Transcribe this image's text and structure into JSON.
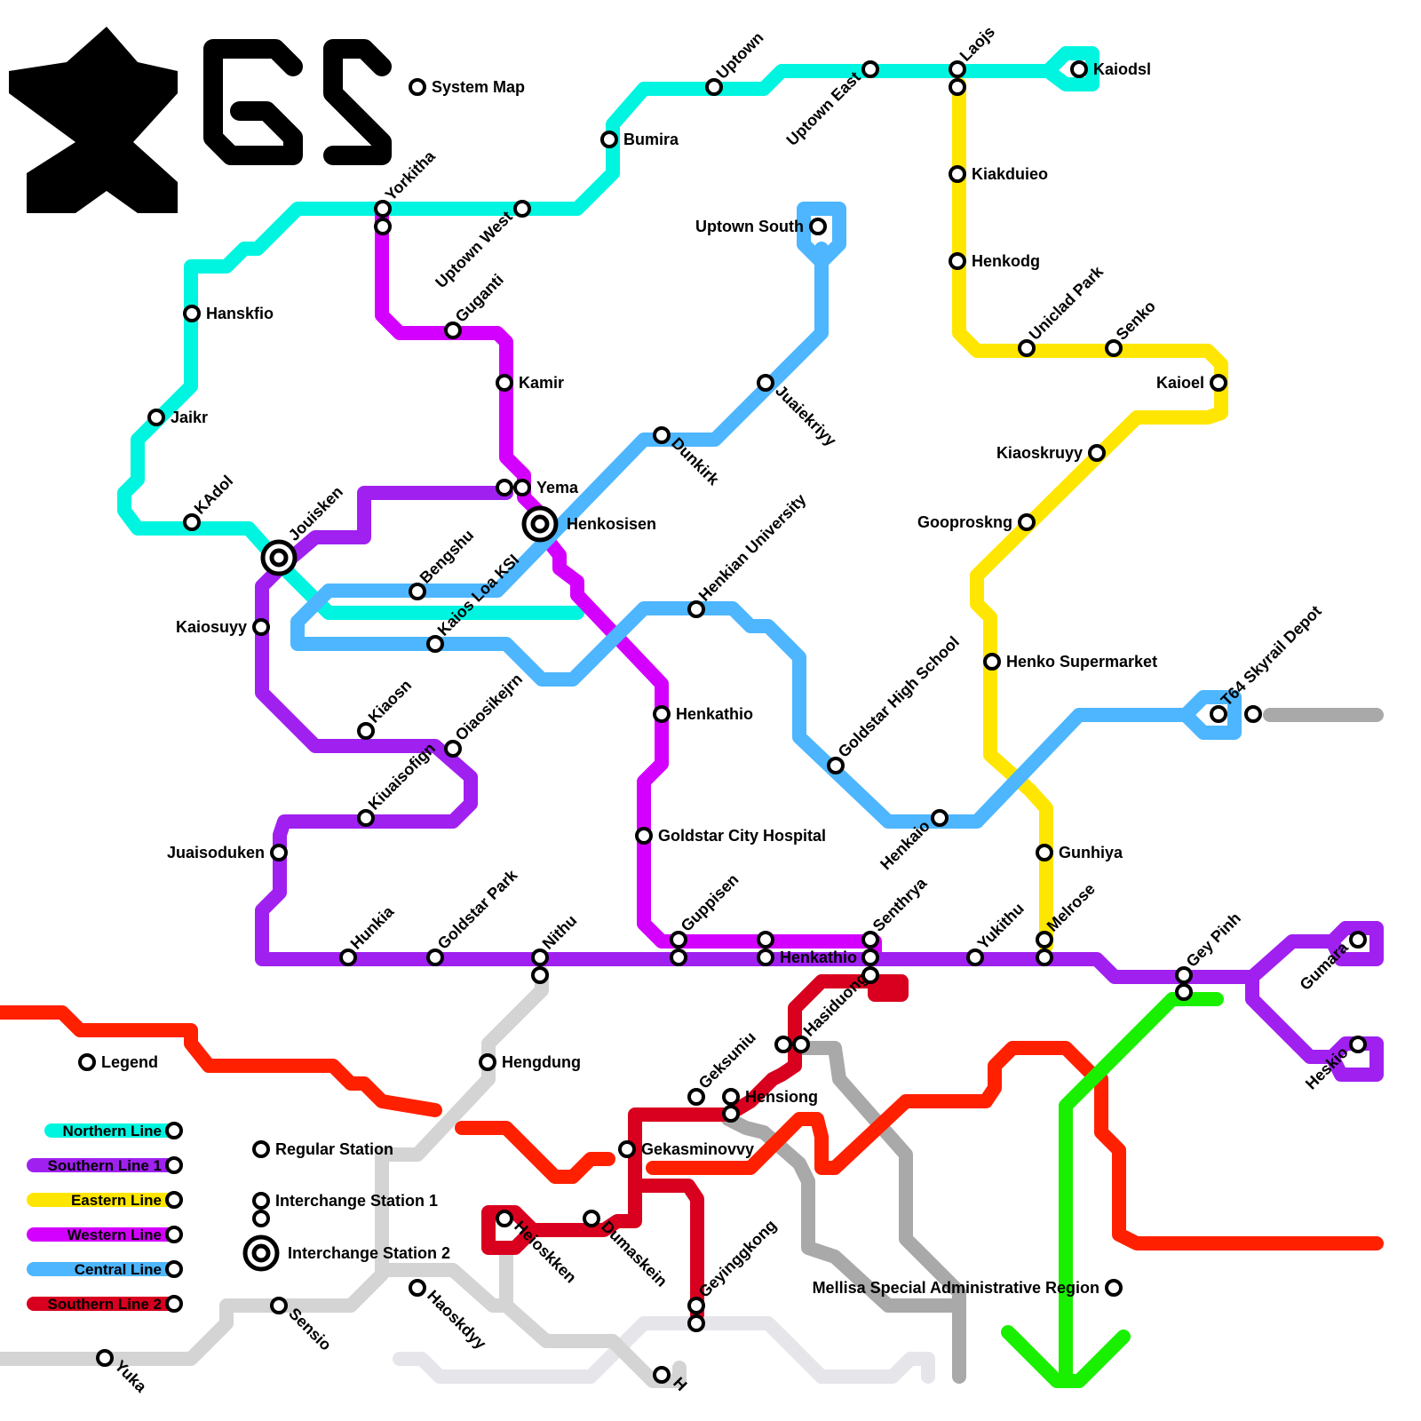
{
  "brand": {
    "logo_text": "XGS",
    "system_map_label": "System Map"
  },
  "lines": [
    {
      "key": "northern",
      "name": "Northern Line",
      "color": "#00F5E0"
    },
    {
      "key": "southern1",
      "name": "Southern Line 1",
      "color": "#A020F0"
    },
    {
      "key": "eastern",
      "name": "Eastern Line",
      "color": "#FFE600"
    },
    {
      "key": "western",
      "name": "Western Line",
      "color": "#D400FF"
    },
    {
      "key": "central",
      "name": "Central Line",
      "color": "#4DB6FF"
    },
    {
      "key": "southern2",
      "name": "Southern Line 2",
      "color": "#D8001E"
    }
  ],
  "unlabeled_line_colors": {
    "red": "#FF2000",
    "green": "#19F000",
    "gray": "#A9A9A9",
    "light_gray": "#D4D4D4",
    "pale_gray": "#E6E6EA"
  },
  "legend": {
    "title": "Legend",
    "regular_station": "Regular Station",
    "interchange_1": "Interchange Station 1",
    "interchange_2": "Interchange Station 2"
  },
  "region_label": "Mellisa Special Administrative Region",
  "stations": {
    "yorkitha": "Yorkitha",
    "uptown_west": "Uptown West",
    "bumira": "Bumira",
    "uptown": "Uptown",
    "uptown_east": "Uptown East",
    "laojs": "Laojs",
    "kaiodsl": "Kaiodsl",
    "hanskfio": "Hanskfio",
    "jaikr": "Jaikr",
    "kadol": "KAdol",
    "jouisken": "Jouisken",
    "guganti": "Guganti",
    "kamir": "Kamir",
    "yema": "Yema",
    "henkosisen": "Henkosisen",
    "uptown_south": "Uptown South",
    "juaiekriyy": "Juaiekriyy",
    "dunkirk": "Dunkirk",
    "kiakduieo": "Kiakduieo",
    "henkodg": "Henkodg",
    "uniclad_park": "Uniclad Park",
    "senko": "Senko",
    "kaioel": "Kaioel",
    "kiaoskruyy": "Kiaoskruyy",
    "gooproskng": "Gooproskng",
    "henko_supermarket": "Henko Supermarket",
    "t64_depot": "T64 Skyrail Depot",
    "bengshu": "Bengshu",
    "kaios_loa_ksi": "Kaios Loa KSI",
    "kaiosuyy": "Kaiosuyy",
    "henkian_university": "Henkian University",
    "henkathio_w": "Henkathio",
    "goldstar_high": "Goldstar High School",
    "kiaosn": "Kiaosn",
    "oiaosikejrn": "Oiaosikejrn",
    "kiuaisofign": "Kiuaisofign",
    "goldstar_hospital": "Goldstar City Hospital",
    "henkaio": "Henkaio",
    "gunhiya": "Gunhiya",
    "juaisoduken": "Juaisoduken",
    "goldstar_park": "Goldstar Park",
    "hunkia": "Hunkia",
    "nithu": "Nithu",
    "guppisen": "Guppisen",
    "henkathio_s": "Henkathio",
    "senthrya": "Senthrya",
    "yukithu": "Yukithu",
    "melrose": "Melrose",
    "gey_pinh": "Gey Pinh",
    "gumara": "Gumara",
    "heskio": "Heskio",
    "hasiduong": "Hasiduong",
    "hengdung": "Hengdung",
    "geksuniu": "Geksuniu",
    "hensiong": "Hensiong",
    "gekasminovvy": "Gekasminovvy",
    "heioskken": "Heioskken",
    "dumaskein": "Dumaskein",
    "geyinggkong": "Geyinggkong",
    "haoskdyy": "Haoskdyy",
    "sensio": "Sensio",
    "yuka": "Yuka",
    "h_bottom": "H"
  }
}
